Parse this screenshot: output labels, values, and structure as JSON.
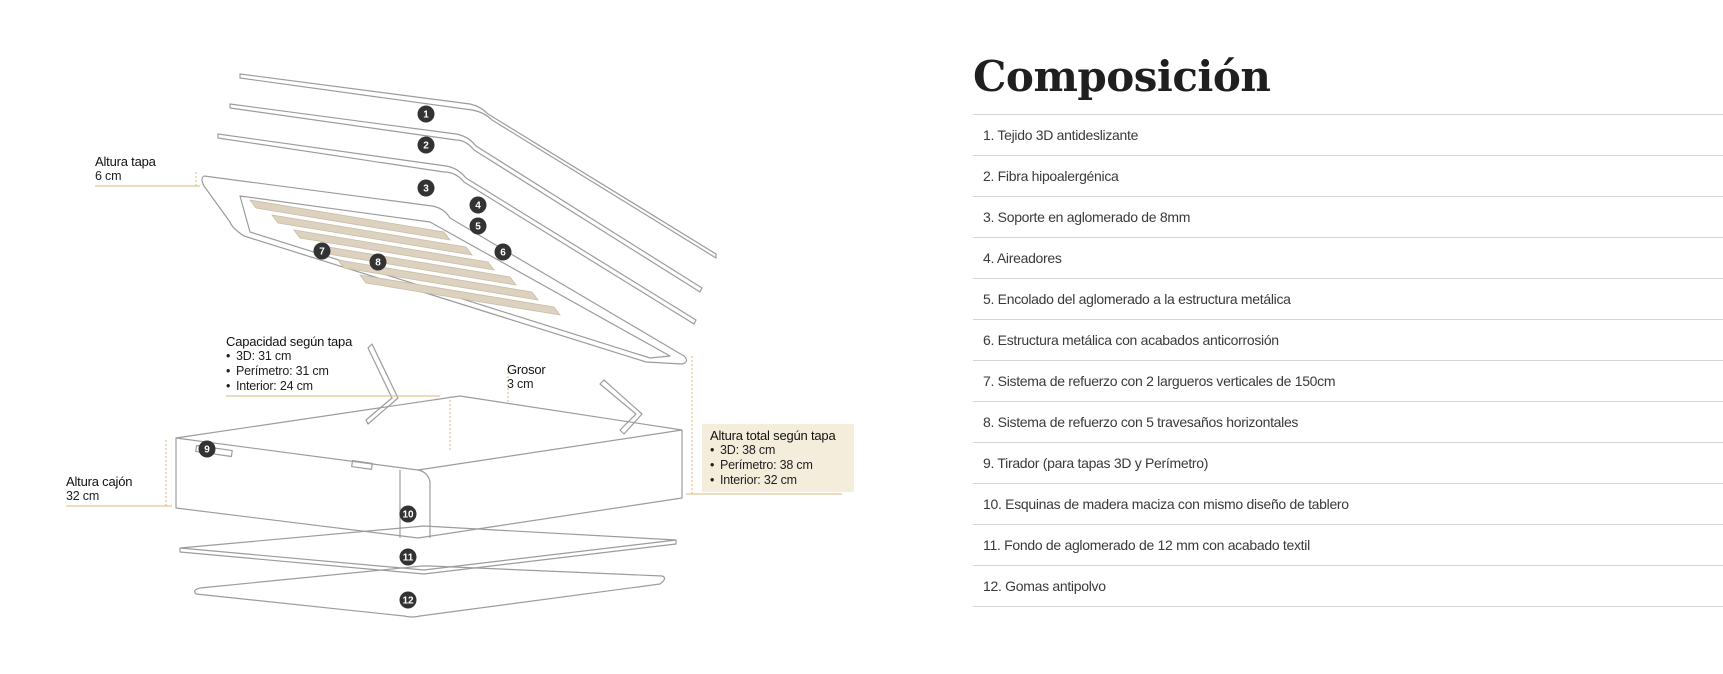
{
  "title": "Composición",
  "components": [
    "1. Tejido 3D antideslizante",
    "2. Fibra hipoalergénica",
    "3. Soporte en aglomerado de 8mm",
    "4. Aireadores",
    "5. Encolado del aglomerado a la estructura metálica",
    "6. Estructura metálica con acabados anticorrosión",
    "7. Sistema de refuerzo con 2 largueros verticales de 150cm",
    "8. Sistema de refuerzo con 5 travesaños horizontales",
    "9. Tirador (para tapas 3D y Perímetro)",
    "10. Esquinas de madera maciza con mismo diseño de tablero",
    "11. Fondo de aglomerado de 12 mm con acabado textil",
    "12. Gomas antipolvo"
  ],
  "labels": {
    "altura_tapa": {
      "title": "Altura tapa",
      "value": "6 cm"
    },
    "capacidad": {
      "title": "Capacidad según tapa",
      "items": [
        "3D: 31 cm",
        "Perímetro: 31 cm",
        "Interior: 24 cm"
      ]
    },
    "grosor": {
      "title": "Grosor",
      "value": "3 cm"
    },
    "altura_cajon": {
      "title": "Altura cajón",
      "value": "32 cm"
    },
    "altura_total": {
      "title": "Altura total según tapa",
      "items": [
        "3D: 38 cm",
        "Perímetro: 38 cm",
        "Interior: 32 cm"
      ]
    }
  },
  "badges": [
    "1",
    "2",
    "3",
    "4",
    "5",
    "6",
    "7",
    "8",
    "9",
    "10",
    "11",
    "12"
  ],
  "colors": {
    "accent_line": "#d9b97a",
    "badge": "#333333",
    "slat": "#ddd2bf",
    "label_bg": "#f4eddc"
  }
}
